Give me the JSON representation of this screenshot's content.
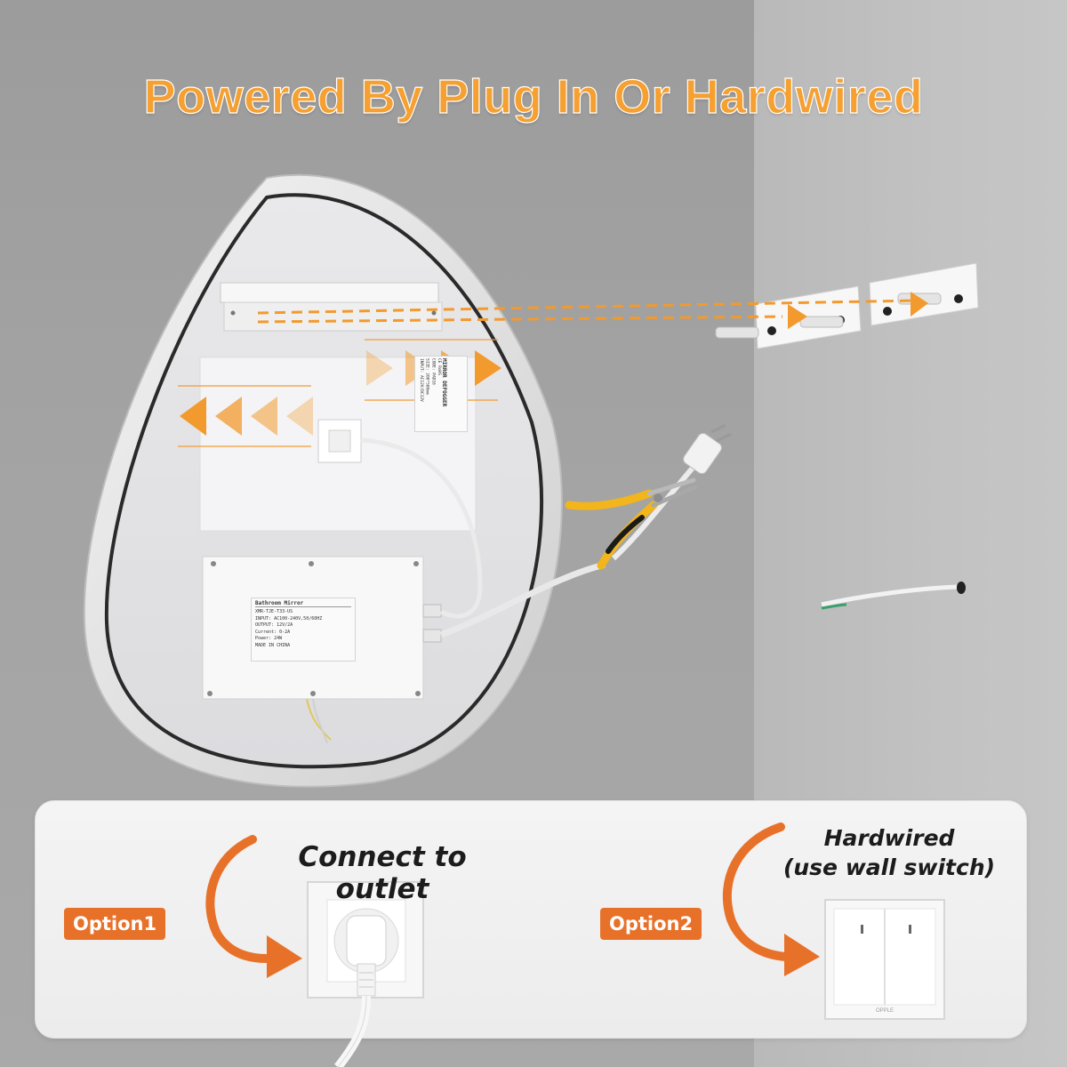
{
  "headline": "Powered By Plug In Or Hardwired",
  "product_label": {
    "header": "Bathroom Mirror",
    "lines": [
      "XMR-TJE-T33-US",
      "INPUT: AC100-240V,50/60HZ",
      "OUTPUT: 12V/2A",
      "Current: 0-2A",
      "Power: 24W",
      "MADE IN CHINA"
    ]
  },
  "defogger_label": {
    "header": "MIRROR DEFOGGER",
    "lines": [
      "CODE: PAD16",
      "SIZE: 200*500mm",
      "INPUT: AC12V/DC12V"
    ],
    "marks": "CE RoHS"
  },
  "options": [
    {
      "pill": "Option1",
      "title": "Connect to outlet",
      "icon": "power-outlet-icon"
    },
    {
      "pill": "Option2",
      "title_line1": "Hardwired",
      "title_line2": "(use wall switch)",
      "icon": "wall-switch-icon"
    }
  ],
  "switch_brand": "OPPLE",
  "colors": {
    "headline_orange": "#f5a030",
    "accent_orange": "#e8712a",
    "arrow_orange": "#f29a2e"
  }
}
